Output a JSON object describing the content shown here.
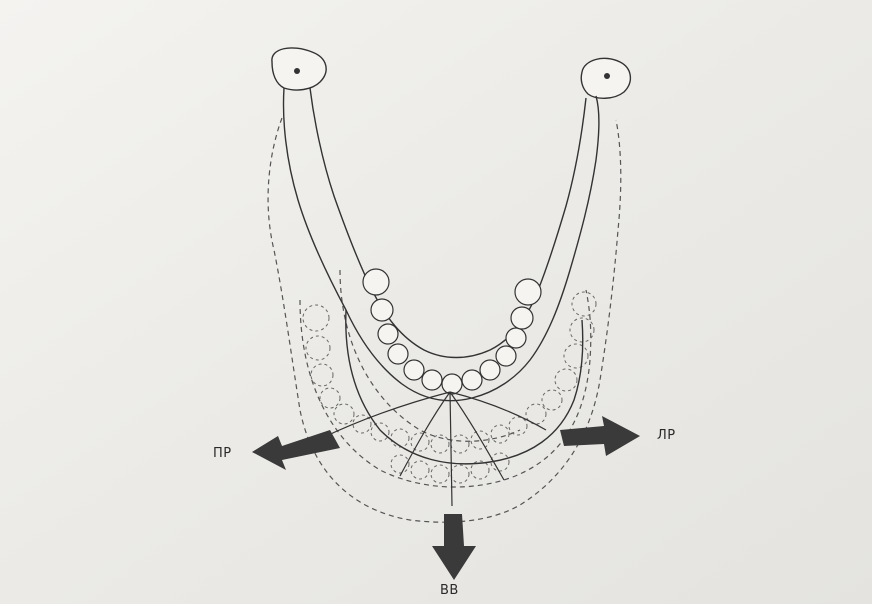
{
  "diagram": {
    "labels": {
      "left": "ПР",
      "right": "ЛР",
      "bottom": "ВВ"
    }
  }
}
